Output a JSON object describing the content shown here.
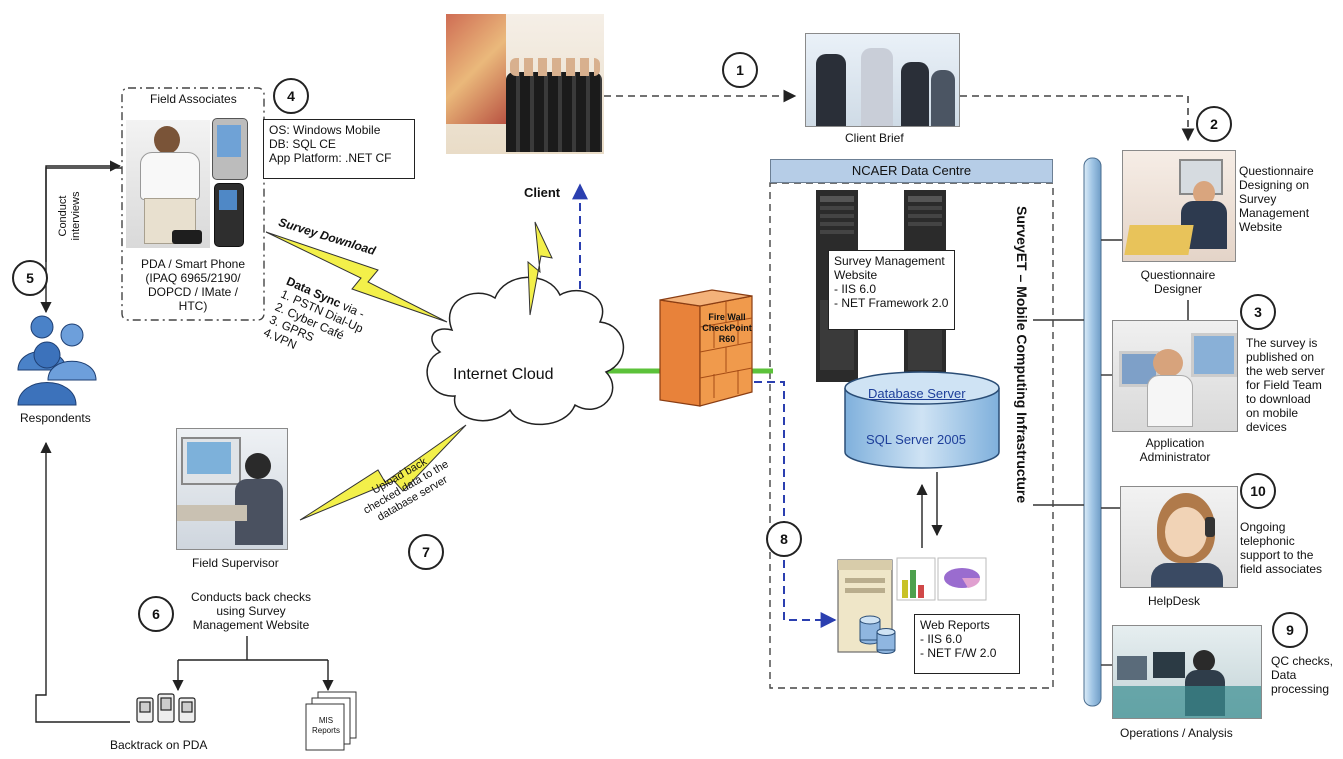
{
  "client": {
    "label": "Client",
    "brief_label": "Client Brief"
  },
  "field_associates": {
    "title": "Field Associates",
    "device_specs": [
      "OS: Windows Mobile",
      "DB: SQL CE",
      "App Platform: .NET CF"
    ],
    "device_label": "PDA / Smart Phone\n(IPAQ 6965/2190/\nDOPCD / IMate /\nHTC)"
  },
  "respondents": {
    "label": "Respondents",
    "conduct_label": "Conduct\ninterviews"
  },
  "links": {
    "survey_download": "Survey Download",
    "data_sync_title": "Data Sync",
    "data_sync_via": " via -",
    "data_sync_items": [
      "1. PSTN Dial-Up",
      "2. Cyber Café",
      "3. GPRS",
      "4.VPN"
    ],
    "upload_label": "Upload back\nchecked data to the\ndatabase server"
  },
  "internet": {
    "label": "Internet Cloud"
  },
  "firewall": {
    "label": "Fire Wall\nCheckPoint\nR60"
  },
  "datacentre": {
    "title": "NCAER Data Centre",
    "infra_label": "SurveyET – Mobile Computing Infrastructure",
    "survey_mgmt": "Survey Management\nWebsite\n- IIS 6.0\n- NET Framework 2.0",
    "db_label": "Database Server",
    "db_engine": "SQL Server 2005",
    "web_reports": "Web Reports\n- IIS 6.0\n- NET F/W 2.0"
  },
  "field_supervisor": {
    "label": "Field Supervisor",
    "description": "Conducts back checks\nusing Survey\nManagement Website",
    "backtrack_label": "Backtrack on PDA",
    "mis_label": "MIS\nReports"
  },
  "roles": {
    "questionnaire": {
      "description": "Questionnaire\nDesigning on\nSurvey\nManagement\nWebsite",
      "label": "Questionnaire\nDesigner"
    },
    "admin": {
      "description": "The survey is\npublished on\nthe web server\nfor Field Team\nto download\non mobile\ndevices",
      "label": "Application\nAdministrator"
    },
    "helpdesk": {
      "description": "Ongoing\ntelephonic\nsupport to the\nfield associates",
      "label": "HelpDesk"
    },
    "operations": {
      "description": "QC checks,\nData\nprocessing",
      "label": "Operations / Analysis"
    }
  },
  "steps": [
    "1",
    "2",
    "3",
    "4",
    "5",
    "6",
    "7",
    "8",
    "9",
    "10"
  ],
  "colors": {
    "dashed_arrow": "#444444",
    "blue_dashed": "#2b3fb0",
    "green_link": "#5cc23a",
    "lightning": "#f3f04a",
    "firewall": "#e8823a",
    "bus": "#9fc4e4",
    "db": "#9fc4e4",
    "header": "#b6cde7"
  },
  "icons": [
    "people-icon",
    "pda-icon",
    "mis-reports-icon",
    "server-icon",
    "lightning-icon",
    "cloud-icon",
    "firewall-icon",
    "database-icon"
  ]
}
